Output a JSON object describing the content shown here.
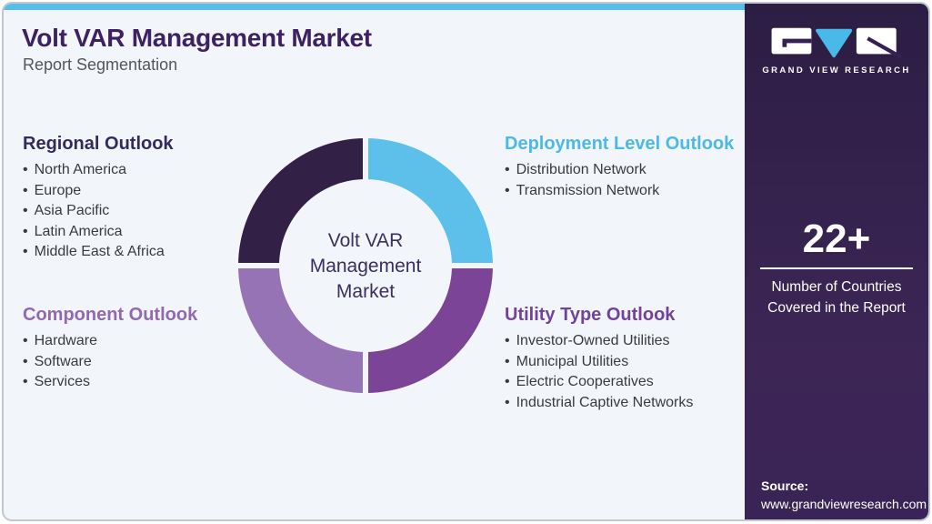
{
  "page": {
    "title": "Volt VAR Management Market",
    "subtitle": "Report Segmentation"
  },
  "colors": {
    "top_accent_bar": "#56bfe9",
    "card_background": "#f2f6fa",
    "title_text": "#3e2160",
    "sidebar_background": "#3d2656",
    "logo_triangle": "#49b9e9"
  },
  "donut": {
    "center_label_lines": [
      "Volt VAR",
      "Management",
      "Market"
    ],
    "segments": [
      {
        "name": "regional",
        "position": "top-left",
        "color": "#332047"
      },
      {
        "name": "deployment",
        "position": "top-right",
        "color": "#5cc0eb"
      },
      {
        "name": "utility",
        "position": "bottom-right",
        "color": "#7c4497"
      },
      {
        "name": "component",
        "position": "bottom-left",
        "color": "#9673b4"
      }
    ]
  },
  "sections": [
    {
      "heading": "Regional Outlook",
      "heading_color": "#342a5c",
      "items": [
        "North America",
        "Europe",
        "Asia Pacific",
        "Latin America",
        "Middle East & Africa"
      ]
    },
    {
      "heading": "Component Outlook",
      "heading_color": "#9168b1",
      "items": [
        "Hardware",
        "Software",
        "Services"
      ]
    },
    {
      "heading": "Deployment Level Outlook",
      "heading_color": "#4db9e7",
      "items": [
        "Distribution Network",
        "Transmission Network"
      ]
    },
    {
      "heading": "Utility Type Outlook",
      "heading_color": "#72439c",
      "items": [
        "Investor-Owned Utilities",
        "Municipal Utilities",
        "Electric Cooperatives",
        "Industrial Captive Networks"
      ]
    }
  ],
  "sidebar": {
    "logo_caption": "GRAND VIEW RESEARCH",
    "stat_value": "22+",
    "stat_label": "Number of Countries Covered in the Report",
    "source_label": "Source:",
    "source_url": "www.grandviewresearch.com"
  }
}
